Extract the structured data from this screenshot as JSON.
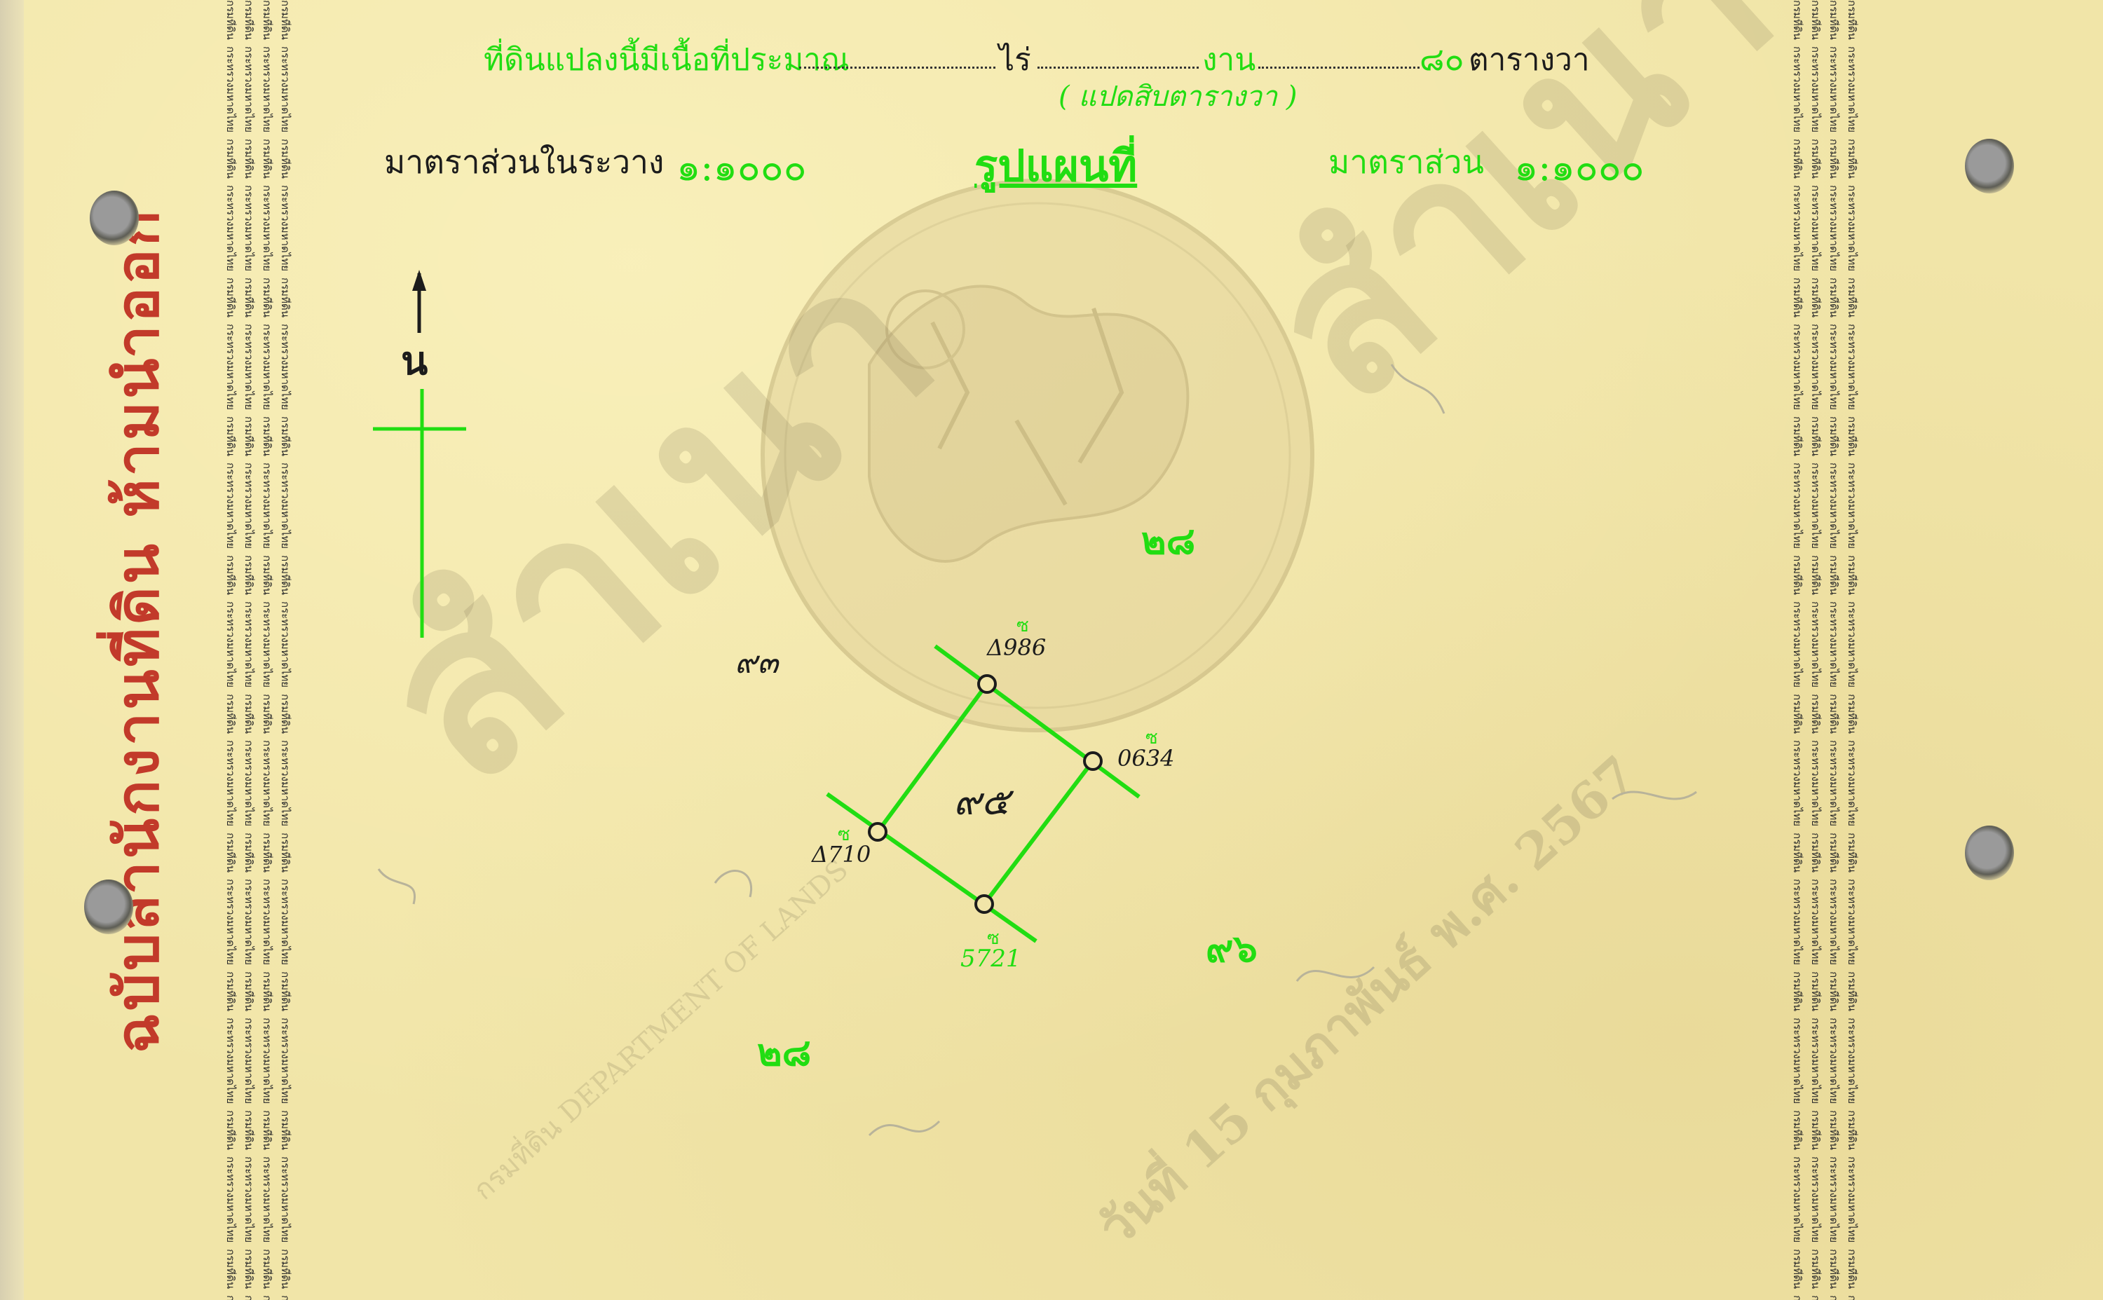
{
  "document": {
    "side_stamp": "ฉบับสำนักงานที่ดิน   ห้ามนำออก",
    "header": {
      "area_prefix": "ที่ดินแปลงนี้มีเนื้อที่ประมาณ",
      "rai": "ไร่",
      "ngan": "งาน",
      "wa_value": "๘๐",
      "wa": "ตารางวา",
      "note": "( แปดสิบตารางวา )"
    },
    "scale_left_label": "มาตราส่วนในระวาง",
    "scale_left_value": "๑:๑๐๐๐",
    "map_title": "รูปแผนที่",
    "scale_right_label": "มาตราส่วน",
    "scale_right_value": "๑:๑๐๐๐",
    "north": "น",
    "watermark_date": "วันที่ 15 กุมภาพันธ์ พ.ศ. 2567",
    "watermark_big": "สำเนา",
    "border_text": "กรมที่ดิน กระทรวงมหาดไทย",
    "seal_text": "กรมที่ดิน DEPARTMENT OF LANDS"
  },
  "map": {
    "parcel_number": "๙๕",
    "neighbors": [
      {
        "label": "๒๘",
        "color": "green"
      },
      {
        "label": "๙๓",
        "color": "black"
      },
      {
        "label": "๙๖",
        "color": "green"
      },
      {
        "label": "๒๘",
        "color": "green"
      }
    ],
    "stakes": [
      {
        "prefix": "ซ",
        "code": "Δ986"
      },
      {
        "prefix": "ซ",
        "code": "0634"
      },
      {
        "prefix": "ซ",
        "code": "Δ710"
      },
      {
        "prefix": "ซ",
        "code": "5721"
      }
    ]
  },
  "colors": {
    "paper": "#f1e5a8",
    "stamp_red": "#c23a2a",
    "ink_green": "#21dd12",
    "ink_black": "#1c1c1c"
  }
}
